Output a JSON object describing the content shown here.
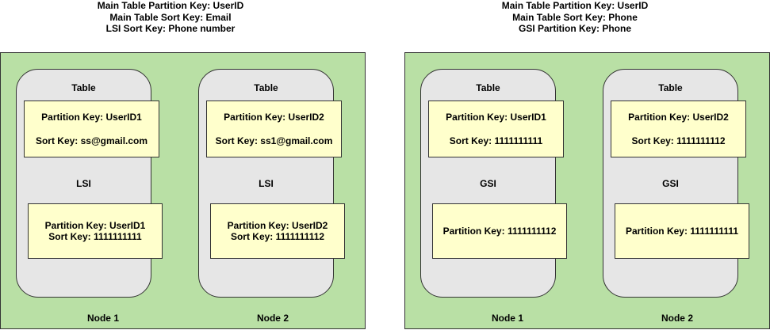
{
  "colors": {
    "region_fill": "#b9e0a5",
    "node_fill": "#e6e6e6",
    "box_fill": "#ffffcc",
    "stroke": "#333333"
  },
  "left": {
    "header": [
      "Main Table Partition Key: UserID",
      "Main Table Sort Key: Email",
      "LSI Sort Key: Phone number"
    ],
    "index_label": "LSI",
    "nodes": [
      {
        "table_title": "Table",
        "table_partition": "Partition Key: UserID1",
        "table_sort": "Sort Key: ss@gmail.com",
        "index_lines": [
          "Partition Key: UserID1",
          "Sort Key:  1111111111"
        ],
        "node_label": "Node 1"
      },
      {
        "table_title": "Table",
        "table_partition": "Partition Key: UserID2",
        "table_sort": "Sort Key: ss1@gmail.com",
        "index_lines": [
          "Partition Key: UserID2",
          "Sort Key:  1111111112"
        ],
        "node_label": "Node 2"
      }
    ]
  },
  "right": {
    "header": [
      "Main Table Partition Key: UserID",
      "Main Table Sort Key: Phone",
      "GSI Partition Key: Phone"
    ],
    "index_label": "GSI",
    "nodes": [
      {
        "table_title": "Table",
        "table_partition": "Partition Key: UserID1",
        "table_sort": "Sort Key: 1111111111",
        "index_lines": [
          "Partition Key: 1111111112"
        ],
        "node_label": "Node 1"
      },
      {
        "table_title": "Table",
        "table_partition": "Partition Key: UserID2",
        "table_sort": "Sort Key: 1111111112",
        "index_lines": [
          "Partition Key: 1111111111"
        ],
        "node_label": "Node 2"
      }
    ]
  }
}
